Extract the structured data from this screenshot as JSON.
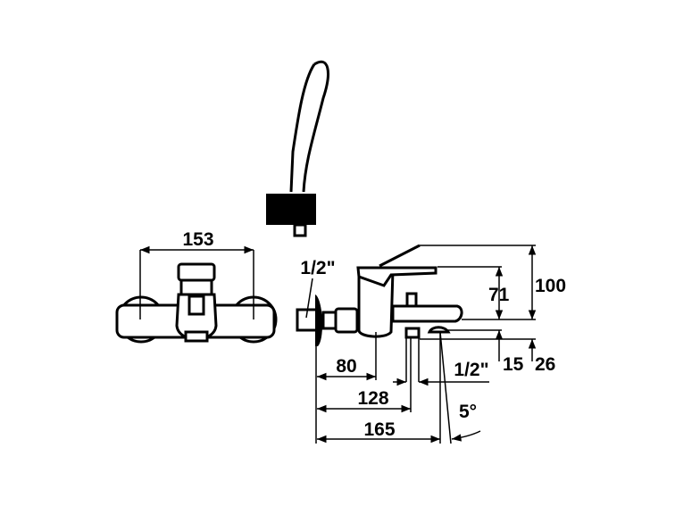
{
  "drawing": {
    "front_view": {
      "width_label": "153"
    },
    "side_view": {
      "inlet_thread": "1/2\"",
      "outlet_thread": "1/2\"",
      "height_total": "100",
      "height_lever": "71",
      "height_outlet_a": "15",
      "height_outlet_b": "26",
      "depth_body": "80",
      "depth_outlet": "128",
      "depth_spout": "165",
      "angle": "5°"
    },
    "colors": {
      "line": "#000000",
      "background": "#ffffff"
    }
  }
}
